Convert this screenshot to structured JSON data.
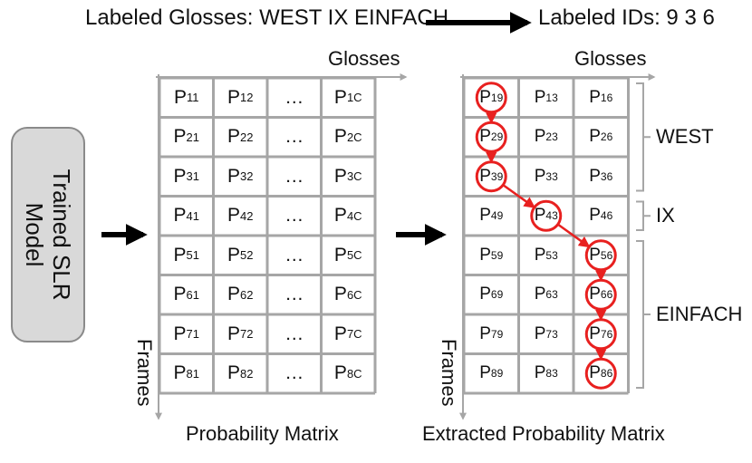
{
  "header": {
    "glosses_text": "Labeled Glosses: WEST IX EINFACH",
    "ids_text": "Labeled IDs: 9 3 6"
  },
  "model": {
    "label_line1": "Trained SLR",
    "label_line2": "Model"
  },
  "left_matrix": {
    "axis_x": "Glosses",
    "axis_y": "Frames",
    "caption": "Probability Matrix",
    "rows": [
      [
        [
          "P",
          "11"
        ],
        [
          "P",
          "12"
        ],
        [
          "…",
          ""
        ],
        [
          "P",
          "1C"
        ]
      ],
      [
        [
          "P",
          "21"
        ],
        [
          "P",
          "22"
        ],
        [
          "…",
          ""
        ],
        [
          "P",
          "2C"
        ]
      ],
      [
        [
          "P",
          "31"
        ],
        [
          "P",
          "32"
        ],
        [
          "…",
          ""
        ],
        [
          "P",
          "3C"
        ]
      ],
      [
        [
          "P",
          "41"
        ],
        [
          "P",
          "42"
        ],
        [
          "…",
          ""
        ],
        [
          "P",
          "4C"
        ]
      ],
      [
        [
          "P",
          "51"
        ],
        [
          "P",
          "52"
        ],
        [
          "…",
          ""
        ],
        [
          "P",
          "5C"
        ]
      ],
      [
        [
          "P",
          "61"
        ],
        [
          "P",
          "62"
        ],
        [
          "…",
          ""
        ],
        [
          "P",
          "6C"
        ]
      ],
      [
        [
          "P",
          "71"
        ],
        [
          "P",
          "72"
        ],
        [
          "…",
          ""
        ],
        [
          "P",
          "7C"
        ]
      ],
      [
        [
          "P",
          "81"
        ],
        [
          "P",
          "82"
        ],
        [
          "…",
          ""
        ],
        [
          "P",
          "8C"
        ]
      ]
    ]
  },
  "right_matrix": {
    "axis_x": "Glosses",
    "axis_y": "Frames",
    "caption": "Extracted Probability Matrix",
    "rows": [
      [
        [
          "P",
          "19"
        ],
        [
          "P",
          "13"
        ],
        [
          "P",
          "16"
        ]
      ],
      [
        [
          "P",
          "29"
        ],
        [
          "P",
          "23"
        ],
        [
          "P",
          "26"
        ]
      ],
      [
        [
          "P",
          "39"
        ],
        [
          "P",
          "33"
        ],
        [
          "P",
          "36"
        ]
      ],
      [
        [
          "P",
          "49"
        ],
        [
          "P",
          "43"
        ],
        [
          "P",
          "46"
        ]
      ],
      [
        [
          "P",
          "59"
        ],
        [
          "P",
          "53"
        ],
        [
          "P",
          "56"
        ]
      ],
      [
        [
          "P",
          "69"
        ],
        [
          "P",
          "63"
        ],
        [
          "P",
          "66"
        ]
      ],
      [
        [
          "P",
          "79"
        ],
        [
          "P",
          "73"
        ],
        [
          "P",
          "76"
        ]
      ],
      [
        [
          "P",
          "89"
        ],
        [
          "P",
          "83"
        ],
        [
          "P",
          "86"
        ]
      ]
    ],
    "path": [
      [
        0,
        0
      ],
      [
        1,
        0
      ],
      [
        2,
        0
      ],
      [
        3,
        1
      ],
      [
        4,
        2
      ],
      [
        5,
        2
      ],
      [
        6,
        2
      ],
      [
        7,
        2
      ]
    ],
    "segments": [
      {
        "label": "WEST",
        "row_start": 0,
        "row_end": 2
      },
      {
        "label": "IX",
        "row_start": 3,
        "row_end": 3
      },
      {
        "label": "EINFACH",
        "row_start": 4,
        "row_end": 7
      }
    ]
  },
  "colors": {
    "grid": "#a6a6a6",
    "path": "#e8201f",
    "arrow": "#000000"
  }
}
